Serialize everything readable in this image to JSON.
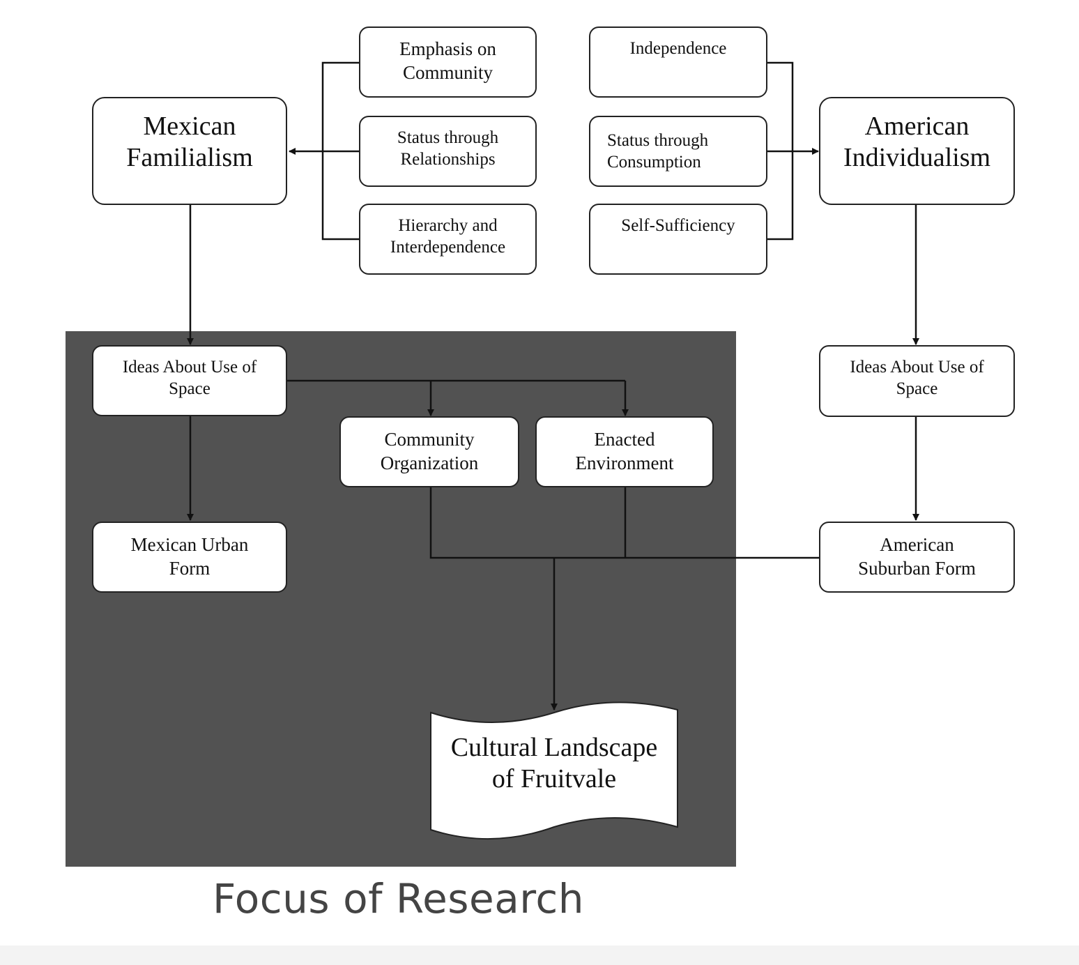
{
  "mexican_familialism": "Mexican\nFamilialism",
  "american_individualism": "American\nIndividualism",
  "mexican_traits": [
    "Emphasis on\nCommunity",
    "Status through\nRelationships",
    "Hierarchy and\nInterdependence"
  ],
  "american_traits": [
    "Independence",
    "Status through\nConsumption",
    "Self-Sufficiency"
  ],
  "ideas_space_mexican": "Ideas About Use of\nSpace",
  "ideas_space_american": "Ideas About Use of\nSpace",
  "community_organization": "Community\nOrganization",
  "enacted_environment": "Enacted\nEnvironment",
  "mexican_urban_form": "Mexican Urban\nForm",
  "american_suburban_form": "American\nSuburban Form",
  "cultural_landscape": "Cultural Landscape\nof Fruitvale",
  "focus_label": "Focus of Research",
  "colors": {
    "panel": "#525252",
    "line": "#111111",
    "label": "#444444"
  }
}
